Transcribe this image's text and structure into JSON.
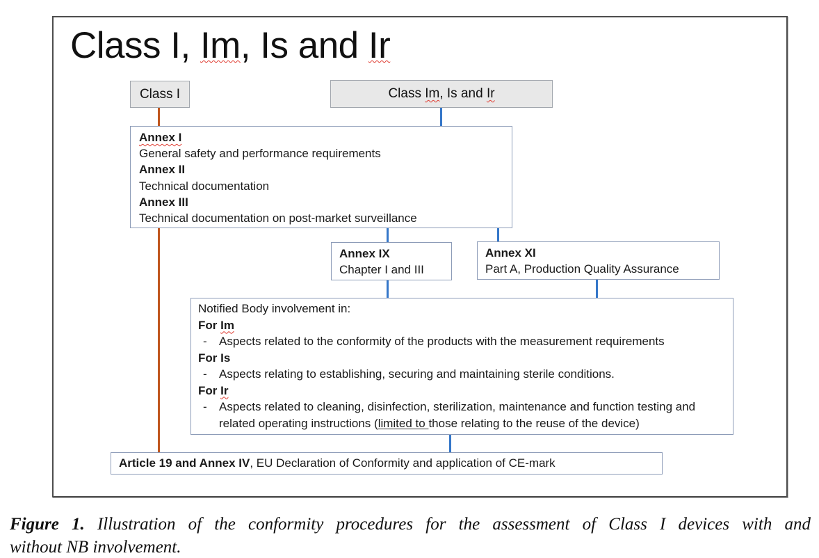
{
  "figure": {
    "title_parts": {
      "p1": "Class I, ",
      "im": "Im",
      "p2": ", Is and ",
      "ir": "Ir"
    },
    "boxes": {
      "class_i": {
        "label": "Class I"
      },
      "class_im": {
        "p1": "Class ",
        "im": "Im",
        "p2": ", Is and ",
        "ir": "Ir"
      },
      "annex_main": {
        "items": [
          {
            "name": "Annex I",
            "desc": "General safety and performance requirements"
          },
          {
            "name": "Annex II",
            "desc": "Technical documentation"
          },
          {
            "name": "Annex III",
            "desc": "Technical documentation on post-market surveillance"
          }
        ]
      },
      "annex_ix": {
        "name": "Annex IX",
        "desc": "Chapter I and III"
      },
      "annex_xi": {
        "name": "Annex XI",
        "desc": "Part A, Production Quality Assurance"
      },
      "notified_body": {
        "intro": "Notified Body involvement in:",
        "bullet_dash": "-",
        "sections": [
          {
            "for_prefix": "For ",
            "cls": "Im",
            "bullet": "Aspects related to the conformity of the products with the measurement requirements"
          },
          {
            "for_prefix": "For ",
            "cls": "Is",
            "bullet": "Aspects relating to establishing, securing and maintaining sterile conditions."
          },
          {
            "for_prefix": "For ",
            "cls": "Ir",
            "bullet_pre": "Aspects related to cleaning, disinfection, sterilization, maintenance and function testing and related operating instructions (",
            "bullet_underlined": "limited to ",
            "bullet_post": "those relating to the reuse of the device)"
          }
        ]
      },
      "article": {
        "bold": "Article 19 and Annex IV",
        "rest": ", EU Declaration of Conformity and application of CE-mark"
      }
    },
    "caption": {
      "label": "Figure 1.",
      "line1": "Illustration of the conformity procedures for the assessment of Class I devices with and",
      "line2": "without NB involvement."
    },
    "colors": {
      "connector_blue": "#3577c9",
      "connector_orange": "#c0571f",
      "class_box_fill": "#e8e8e8",
      "box_border": "#8d9cb8",
      "frame_border": "#4d4d4d",
      "spellcheck_red": "#e03c31"
    }
  }
}
